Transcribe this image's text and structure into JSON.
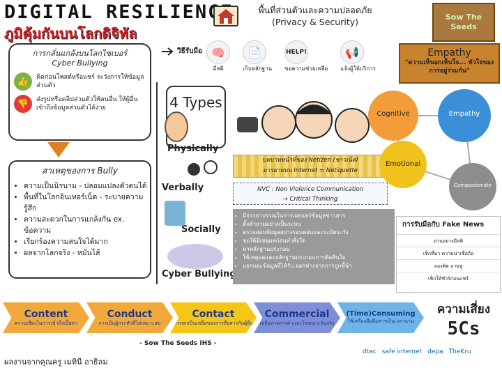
{
  "header": {
    "title": "DIGITAL RESILIENCE",
    "subtitle": "ภูมิคุ้มกันบนโลกดิจิทัล",
    "privacy_th": "พื้นที่ส่วนตัวและความปลอดภัย",
    "privacy_en": "(Privacy & Security)",
    "logo_text": "Sow The Seeds"
  },
  "cyberbully": {
    "heading_th": "การกลั่นแกล้งบนโลกไซเบอร์",
    "heading_en": "Cyber Bullying",
    "items": [
      {
        "icon": "thumbs-up-icon",
        "color": "#7cb342",
        "text": "คิดก่อนโพสต์หรือแชร์ ระวังการให้ข้อมูลส่วนตัว"
      },
      {
        "icon": "thumbs-down-icon",
        "color": "#e53935",
        "text": "ส่งรูปหรือคลิปส่วนตัวให้คนอื่น ให้ผู้อื่นเข้าถึงข้อมูลส่วนตัวได้ง่าย"
      }
    ]
  },
  "causes": {
    "heading": "สาเหตุของการ Bully",
    "items": [
      "ความเป็นนิรนาม - ปลอมแปลงตัวตนได้",
      "พื้นที่ในโลกอินเทอร์เน็ต - ระบายความรู้สึก",
      "ความสะดวกในการแกล้งกัน ex. ข้อความ",
      "เรียกร้องความสนใจได้มาก",
      "ผลจากโลกจริง - หมั่นไส้"
    ]
  },
  "methods": {
    "label": "วิธีรับมือ",
    "items": [
      {
        "icon": "brain-icon",
        "label": "มีสติ"
      },
      {
        "icon": "document-icon",
        "label": "เก็บหลักฐาน"
      },
      {
        "icon": "help-bubble-icon",
        "label": "ขอความช่วยเหลือ"
      },
      {
        "icon": "megaphone-icon",
        "label": "แจ้งผู้ให้บริการ"
      }
    ]
  },
  "types": {
    "heading": "4 Types",
    "items": [
      "Physically",
      "Verbally",
      "Socially",
      "Cyber Bullying"
    ]
  },
  "netizen": {
    "line1": "บทบาทหน้าที่ของ Netizen (ชาวเน็ต)",
    "line2": "มารยาทบน Internet = Netiquette"
  },
  "nvc": {
    "line1": "NVC : Non Violence Communication",
    "line2": "→ Critical Thinking"
  },
  "guidelines": [
    "มีจรรยาบรรณในการเผยแพร่ข้อมูลข่าวสาร",
    "ตั้งคำถามอย่างเป็นระบบ",
    "ตรวจสอบข้อมูลอย่างรอบคอบและระมัดระวัง",
    "ขอให้มีเหตุผลก่อนทำสิ่งใด",
    "หาหลักฐานประกอบ",
    "ใช้เหตุผลและหลักฐานประกอบการตัดสินใจ",
    "แยกแยะข้อมูลที่ได้รับ ออกห่างจากการถูกชี้นำ"
  ],
  "empathy": {
    "sign_title": "Empathy",
    "sign_quote": "\"ความเห็นอกเห็นใจ... หัวใจของการอยู่ร่วมกัน\"",
    "circles": [
      {
        "label": "Cognitive",
        "color": "#f39c3a"
      },
      {
        "label": "Empathy",
        "color": "#3a8fd8"
      },
      {
        "label": "Emotional",
        "color": "#f2c21c"
      },
      {
        "label": "Compassionate",
        "color": "#8e8e8e"
      }
    ]
  },
  "fake_news": {
    "title": "การรับมือกับ Fake News",
    "items": [
      "อ่านอย่างมีสติ",
      "เช็กที่มา ความน่าเชื่อถือ",
      "ลองคิด อามหู",
      "เช็กให้ชัวร์ก่อนแชร์"
    ]
  },
  "fivecs": [
    {
      "title": "Content",
      "desc": "ความเสี่ยงในการเข้าถึงเนื้อหา",
      "color": "#f2a93b"
    },
    {
      "title": "Conduct",
      "desc": "การเป็นผู้กระทำที่ไม่เหมาะสม",
      "color": "#f2a93b"
    },
    {
      "title": "Contact",
      "desc": "การตกเป็นเหยื่อของการสื่อสารกับผู้อื่น",
      "color": "#f5c518"
    },
    {
      "title": "Commercial",
      "desc": "เหยื่อทางการค้าและโฆษณาเกินจริง",
      "color": "#7e8fd8"
    },
    {
      "title": "(Time)Consuming",
      "desc": "ใช้เครื่องมือสื่อสารเป็นเวลานาน",
      "color": "#6fb3e8"
    }
  ],
  "risk": {
    "line1": "ความเสี่ยง",
    "line2": "5Cs"
  },
  "footer": "- Sow The Seeds IHS -",
  "credit": "ผลงานจากคุณครู เมทินี อาธิลม",
  "logos": [
    "dtac",
    "safe internet",
    "depa",
    "TheKru"
  ]
}
